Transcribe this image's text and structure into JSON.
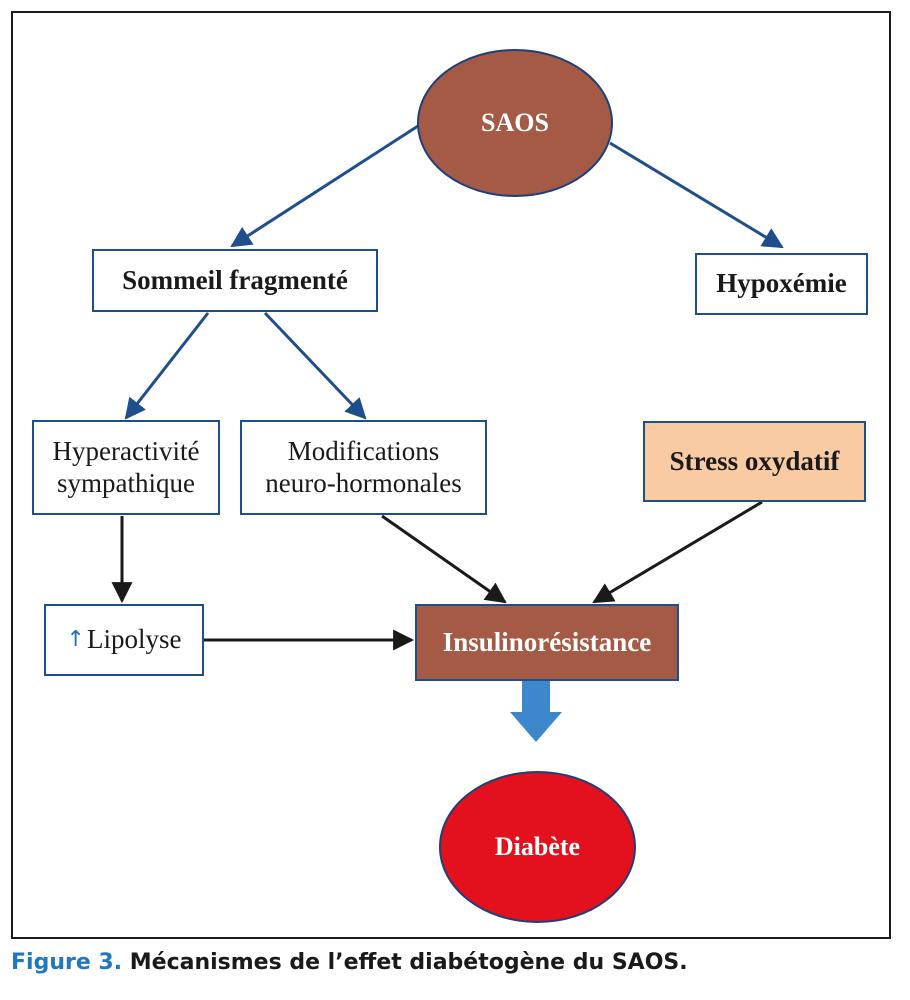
{
  "nodes": {
    "saos": "SAOS",
    "sommeil": "Sommeil fragmenté",
    "hypoxemie": "Hypoxémie",
    "hyperactivite_l1": "Hyperactivité",
    "hyperactivite_l2": "sympathique",
    "modifications_l1": "Modifications",
    "modifications_l2": "neuro-hormonales",
    "stress": "Stress oxydatif",
    "lipolyse": "Lipolyse",
    "insulino": "Insulinorésistance",
    "diabete": "Diabète"
  },
  "caption": {
    "label": "Figure 3.",
    "text": "Mécanismes de l’effet diabétogène du SAOS."
  },
  "colors": {
    "blue_arrow": "#1f4e8c",
    "black_arrow": "#1a1a1a",
    "saos_fill": "#a45a45",
    "insulino_fill": "#a45a45",
    "stress_fill": "#f9cba3",
    "diabete_fill": "#e3101e",
    "big_arrow": "#3d88cc",
    "caption_label": "#1f79c2"
  },
  "icons": {
    "lipolyse_prefix": "up-arrow-icon"
  }
}
